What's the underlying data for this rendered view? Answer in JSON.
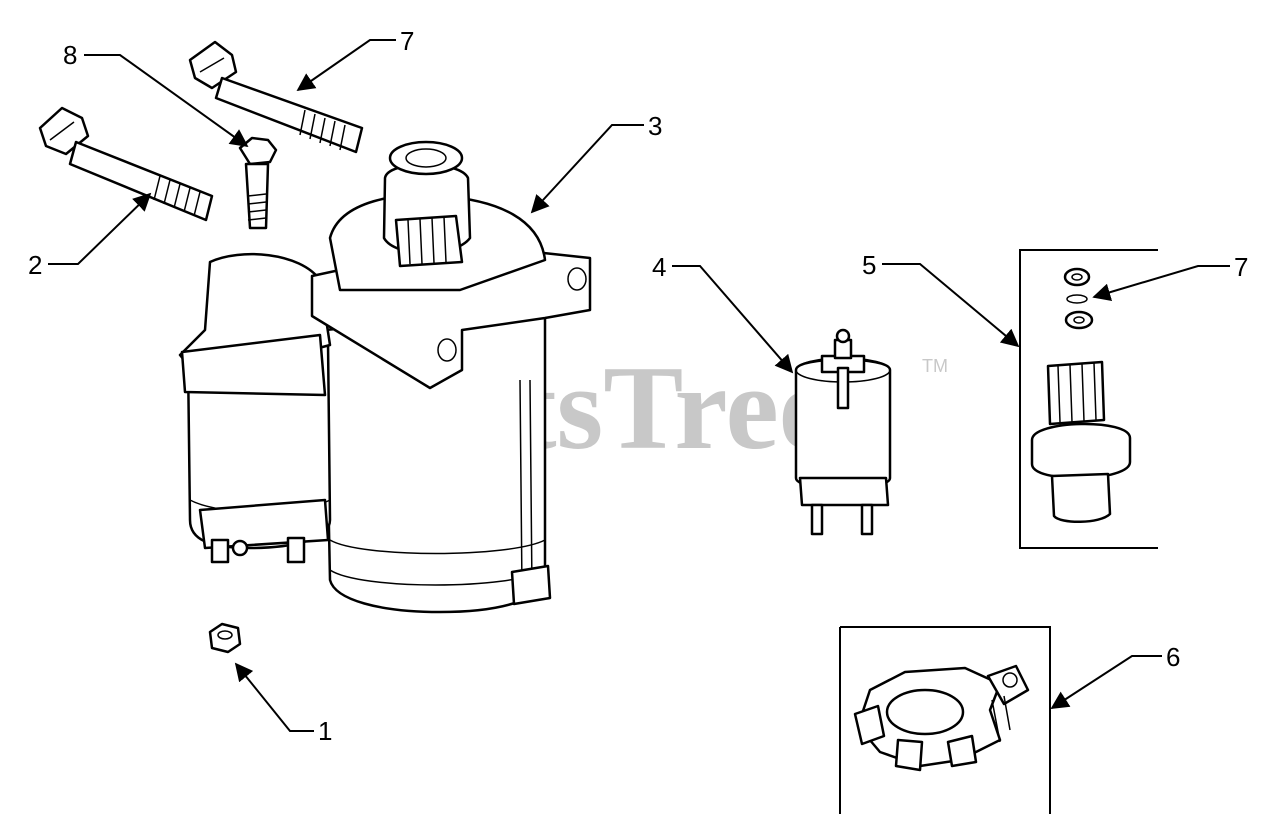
{
  "watermark": {
    "text": "PartsTree",
    "trademark": "TM"
  },
  "callouts": [
    {
      "id": "8",
      "label": "8"
    },
    {
      "id": "7a",
      "label": "7"
    },
    {
      "id": "3",
      "label": "3"
    },
    {
      "id": "2",
      "label": "2"
    },
    {
      "id": "4",
      "label": "4"
    },
    {
      "id": "5",
      "label": "5"
    },
    {
      "id": "7b",
      "label": "7"
    },
    {
      "id": "1",
      "label": "1"
    },
    {
      "id": "6",
      "label": "6"
    }
  ]
}
